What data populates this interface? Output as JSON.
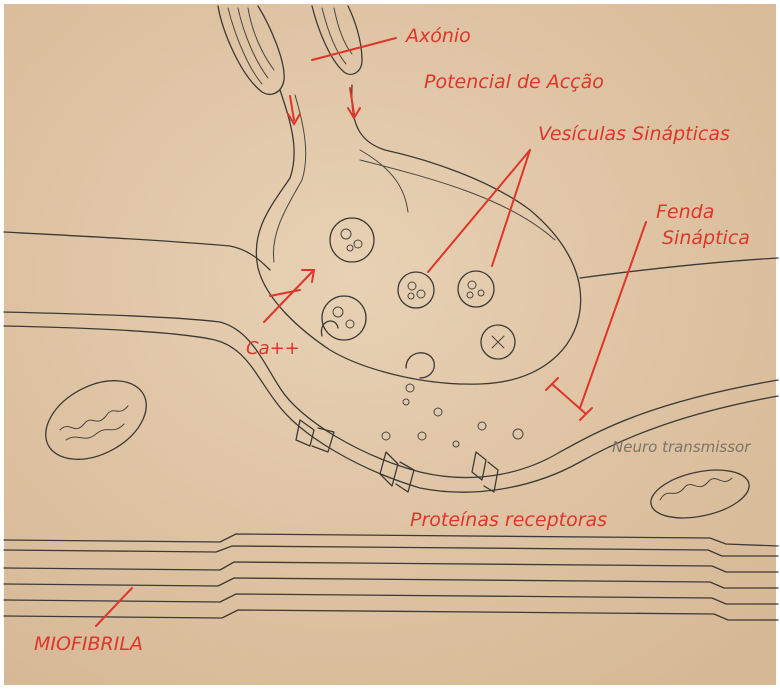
{
  "colors": {
    "paper": "#dcc0a0",
    "paper_light": "#e7cfb2",
    "pencil": "#3d3a37",
    "annotation_red": "#e0352b",
    "faint_text": "#7d7466"
  },
  "labels": {
    "axon": "Axónio",
    "action_potential": "Potencial de Acção",
    "synaptic_vesicles": "Vesículas Sinápticas",
    "synaptic_cleft_line1": "Fenda",
    "synaptic_cleft_line2": "Sináptica",
    "calcium": "Ca++",
    "neurotransmitter": "Neuro transmissor",
    "receptor_proteins": "Proteínas receptoras",
    "myofibril": "MIOFIBRILA"
  }
}
